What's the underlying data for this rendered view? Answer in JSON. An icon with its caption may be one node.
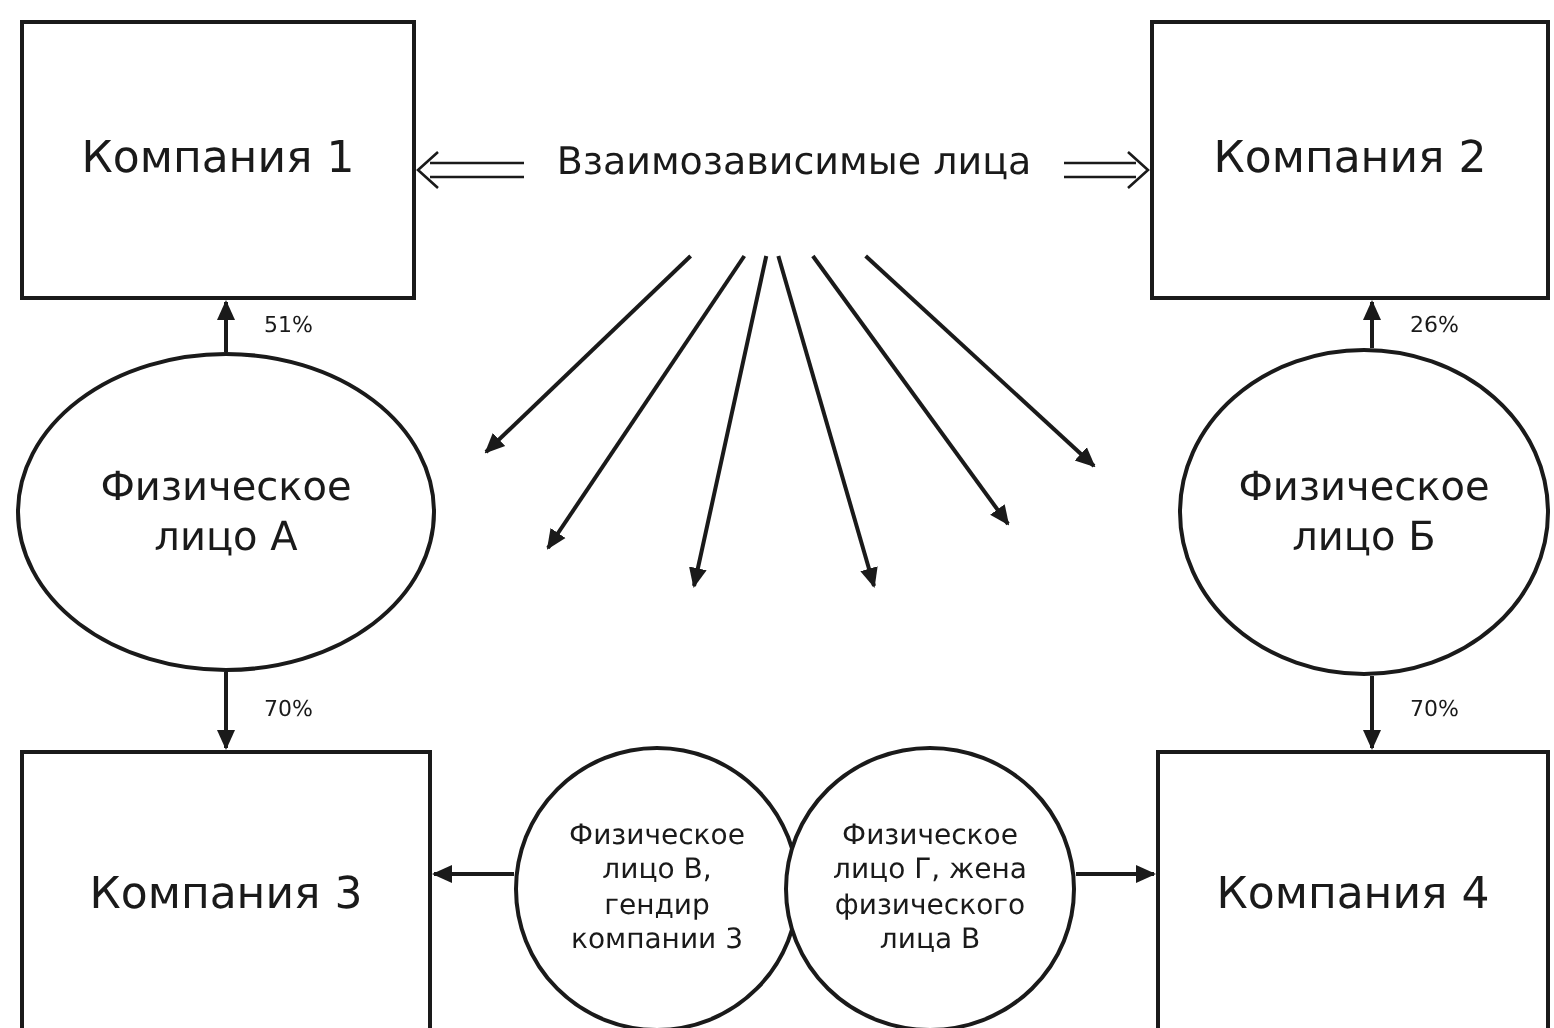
{
  "diagram": {
    "nodes": [
      {
        "text": [
          "Компания 1"
        ]
      },
      {
        "text": [
          "Компания 2"
        ]
      },
      {
        "text": [
          "Взаимозависимые лица"
        ]
      },
      {
        "text": [
          "Физическое лицо А"
        ]
      },
      {
        "text": [
          "Физическое лицо Б"
        ]
      },
      {
        "text": [
          "Компания 3"
        ]
      },
      {
        "text": [
          "Компания 4"
        ]
      },
      {
        "text": [
          "Физическое лицо В, гендир компании 3"
        ]
      },
      {
        "text": [
          "Физическое лицо Г, жена физического лица В"
        ]
      }
    ],
    "edges": [
      {
        "from": 2,
        "to": 0,
        "arrow": "to"
      },
      {
        "from": 2,
        "to": 1,
        "arrow": "to"
      },
      {
        "from": 3,
        "to": 0,
        "arrow": "to",
        "label": "51%"
      },
      {
        "from": 4,
        "to": 1,
        "arrow": "to",
        "label": "26%"
      },
      {
        "from": 3,
        "to": 5,
        "arrow": "to",
        "label": "70%"
      },
      {
        "from": 4,
        "to": 6,
        "arrow": "to",
        "label": "70%"
      },
      {
        "from": 7,
        "to": 5,
        "arrow": "to"
      },
      {
        "from": 8,
        "to": 6,
        "arrow": "to"
      },
      {
        "from": 2,
        "to": null,
        "arrow": "to"
      },
      {
        "from": 2,
        "to": null,
        "arrow": "to"
      },
      {
        "from": 2,
        "to": null,
        "arrow": "to"
      },
      {
        "from": 2,
        "to": null,
        "arrow": "to"
      },
      {
        "from": 2,
        "to": null,
        "arrow": "to"
      },
      {
        "from": 2,
        "to": null,
        "arrow": "to"
      }
    ]
  }
}
